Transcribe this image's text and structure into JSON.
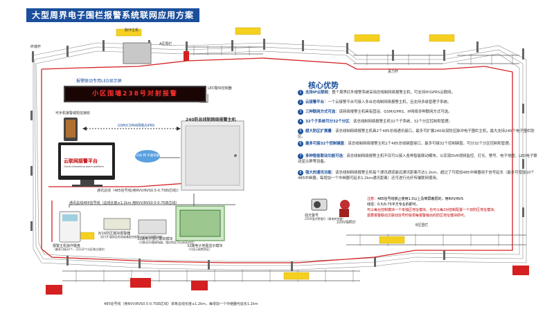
{
  "title": "大型周界电子围栏报警系统联网应用方案",
  "led": {
    "caption": "报警联动专用LED显示屏",
    "text": "小区围墙238号对射报警",
    "tag": "LED警铃控制器"
  },
  "core": {
    "heading": "核心优势",
    "features": [
      {
        "no": "1",
        "head": "支持IP云联网",
        "text": "：整个周界红外报警系统采用总线制网络报警主机，可支持IP/GPRS云联网。"
      },
      {
        "no": "2",
        "head": "云接警平台",
        "text": "：一个云接警平台可接入多台总线制网络报警主机，且支持多级管理子系统。"
      },
      {
        "no": "3",
        "head": "三种联网方式可选",
        "text": "：该网络报警主机具有固话、GSM/GPRS、IP网络多种联网方式可选。"
      },
      {
        "no": "4",
        "head": "32个子系统可分32个分区",
        "text": "：该总线制网络报警主机32个子系统，32个分区控制和管理。"
      },
      {
        "no": "5",
        "head": "超大防区扩展量",
        "text": "：该总线制网络报警主机具2个485总线通讯接口，最多可扩展240台双防区脉冲电子围栏主机，最大支持240个电子围栏防区。"
      },
      {
        "no": "6",
        "head": "最多可接32个控制键盘",
        "text": "：该总线制网络报警主机1个485总线键盘接口，最多可接32个控制键盘，可分32个分区控制和管理。"
      },
      {
        "no": "7",
        "head": "多种智能联动功能可选",
        "text": "：该总线制网络报警主机不仅可以接入各种智能联动模块，以实现DVR视频监控、灯光、警号、电子地图、LED电子联动显示屏等设备。"
      },
      {
        "no": "8",
        "head": "强大的通讯功能",
        "text": "：该总线制网络报警主机每个通讯通道最远通讯距离可达1.2km，超过了可增加485中继器用于信号延长（最多可增加10个485中继器，每增加一个中继器可延长1.2km通讯距离）还可进行光纤传输联网使用。"
      }
    ]
  },
  "notes": {
    "warn": "注意：",
    "lines": [
      "485信号线禁止使用1.0以上及带屏蔽层的，用RVV/RVS",
      "线径：0.5/0.75平方专业的即可。",
      "可以每台控制模块一个单独区地址模块，也可以每2对控制配置一个双防区地址模块。",
      "需要报警联动文联动信号时就把每报警输出的防区地址模块即可。"
    ]
  },
  "devices": {
    "host": "240防总线制网络报警主机",
    "mobile": "可手机接警或短信接收",
    "gsm": "GSM/CDMA网络/GPRS",
    "usb": "USB 转 IP通讯模块",
    "cloud_name": "云联网接警平台",
    "cloud_sub": "Cloud networking alarm platform",
    "comm1": "通讯总线（485信号线(用RVV/RVS0.5-0.75四芯线)）",
    "comm2": "通讯总线485信号线（总线长度≤1.2km 用RVV/RVS0.5-0.75四芯线）",
    "keypad": "报警主机操作键盘",
    "keypad_desc": "（最多可接32个，可分32个分区独立操作）",
    "expander": "8/16防区模块报警器",
    "expander_desc": "（用于扩展防区检测或者配合报警主机实现报警功能）",
    "relay": "32路电子围栏联动模块",
    "relay_desc": "（可联动32路继电器，相应防区可以启动对应）",
    "map": "32路电子地图显示模块",
    "map_desc": "（可显示报警防区）",
    "siren": "强光警号",
    "siren_desc": "220V强光警报灯（弱电转控器）",
    "light": "220V探照灯",
    "bottom": "485信号线（用RVV/RVS0.5-0.75四芯线）单条总线长度≤1.2km，每增加一个中继器可延长1.2km"
  },
  "fence": {
    "post": "终端杆",
    "mid": "承力杆",
    "tag": "脉冲主机",
    "a": "A区围栏",
    "b": "B区围栏"
  }
}
